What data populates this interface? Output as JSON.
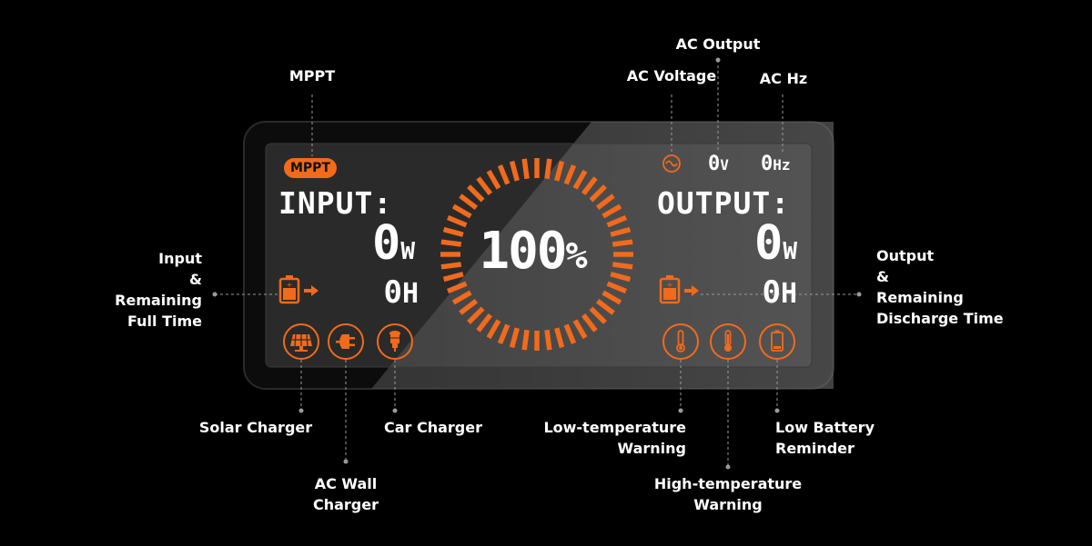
{
  "accent": "#f26a1b",
  "screen": {
    "mppt_badge": "MPPT",
    "input_title": "INPUT:",
    "input_watts": "0",
    "input_watts_unit": "W",
    "input_hours": "0",
    "input_hours_unit": "H",
    "battery_percent": "100",
    "percent_sign": "%",
    "output_title": "OUTPUT:",
    "output_watts": "0",
    "output_watts_unit": "W",
    "output_hours": "0",
    "output_hours_unit": "H",
    "ac_voltage_value": "0",
    "ac_voltage_unit": "V",
    "ac_hz_value": "0",
    "ac_hz_unit": "Hz",
    "battery_level": 1.0
  },
  "labels": {
    "mppt": "MPPT",
    "ac_voltage": "AC Voltage",
    "ac_output": "AC Output",
    "ac_hz": "AC Hz",
    "input_lines": [
      "Input",
      "&",
      "Remaining",
      "Full Time"
    ],
    "output_lines": [
      "Output",
      "&",
      "Remaining",
      "Discharge Time"
    ],
    "solar_charger": "Solar Charger",
    "ac_wall_lines": [
      "AC Wall",
      "Charger"
    ],
    "car_charger": "Car Charger",
    "low_temp_lines": [
      "Low-temperature",
      "Warning"
    ],
    "high_temp_lines": [
      "High-temperature",
      "Warning"
    ],
    "low_battery_lines": [
      "Low Battery",
      "Reminder"
    ]
  },
  "icons": [
    "solar-panel-icon",
    "ac-plug-icon",
    "car-charger-icon",
    "low-temperature-icon",
    "high-temperature-icon",
    "low-battery-icon",
    "battery-charging-icon",
    "battery-discharging-icon",
    "ac-wave-icon"
  ]
}
